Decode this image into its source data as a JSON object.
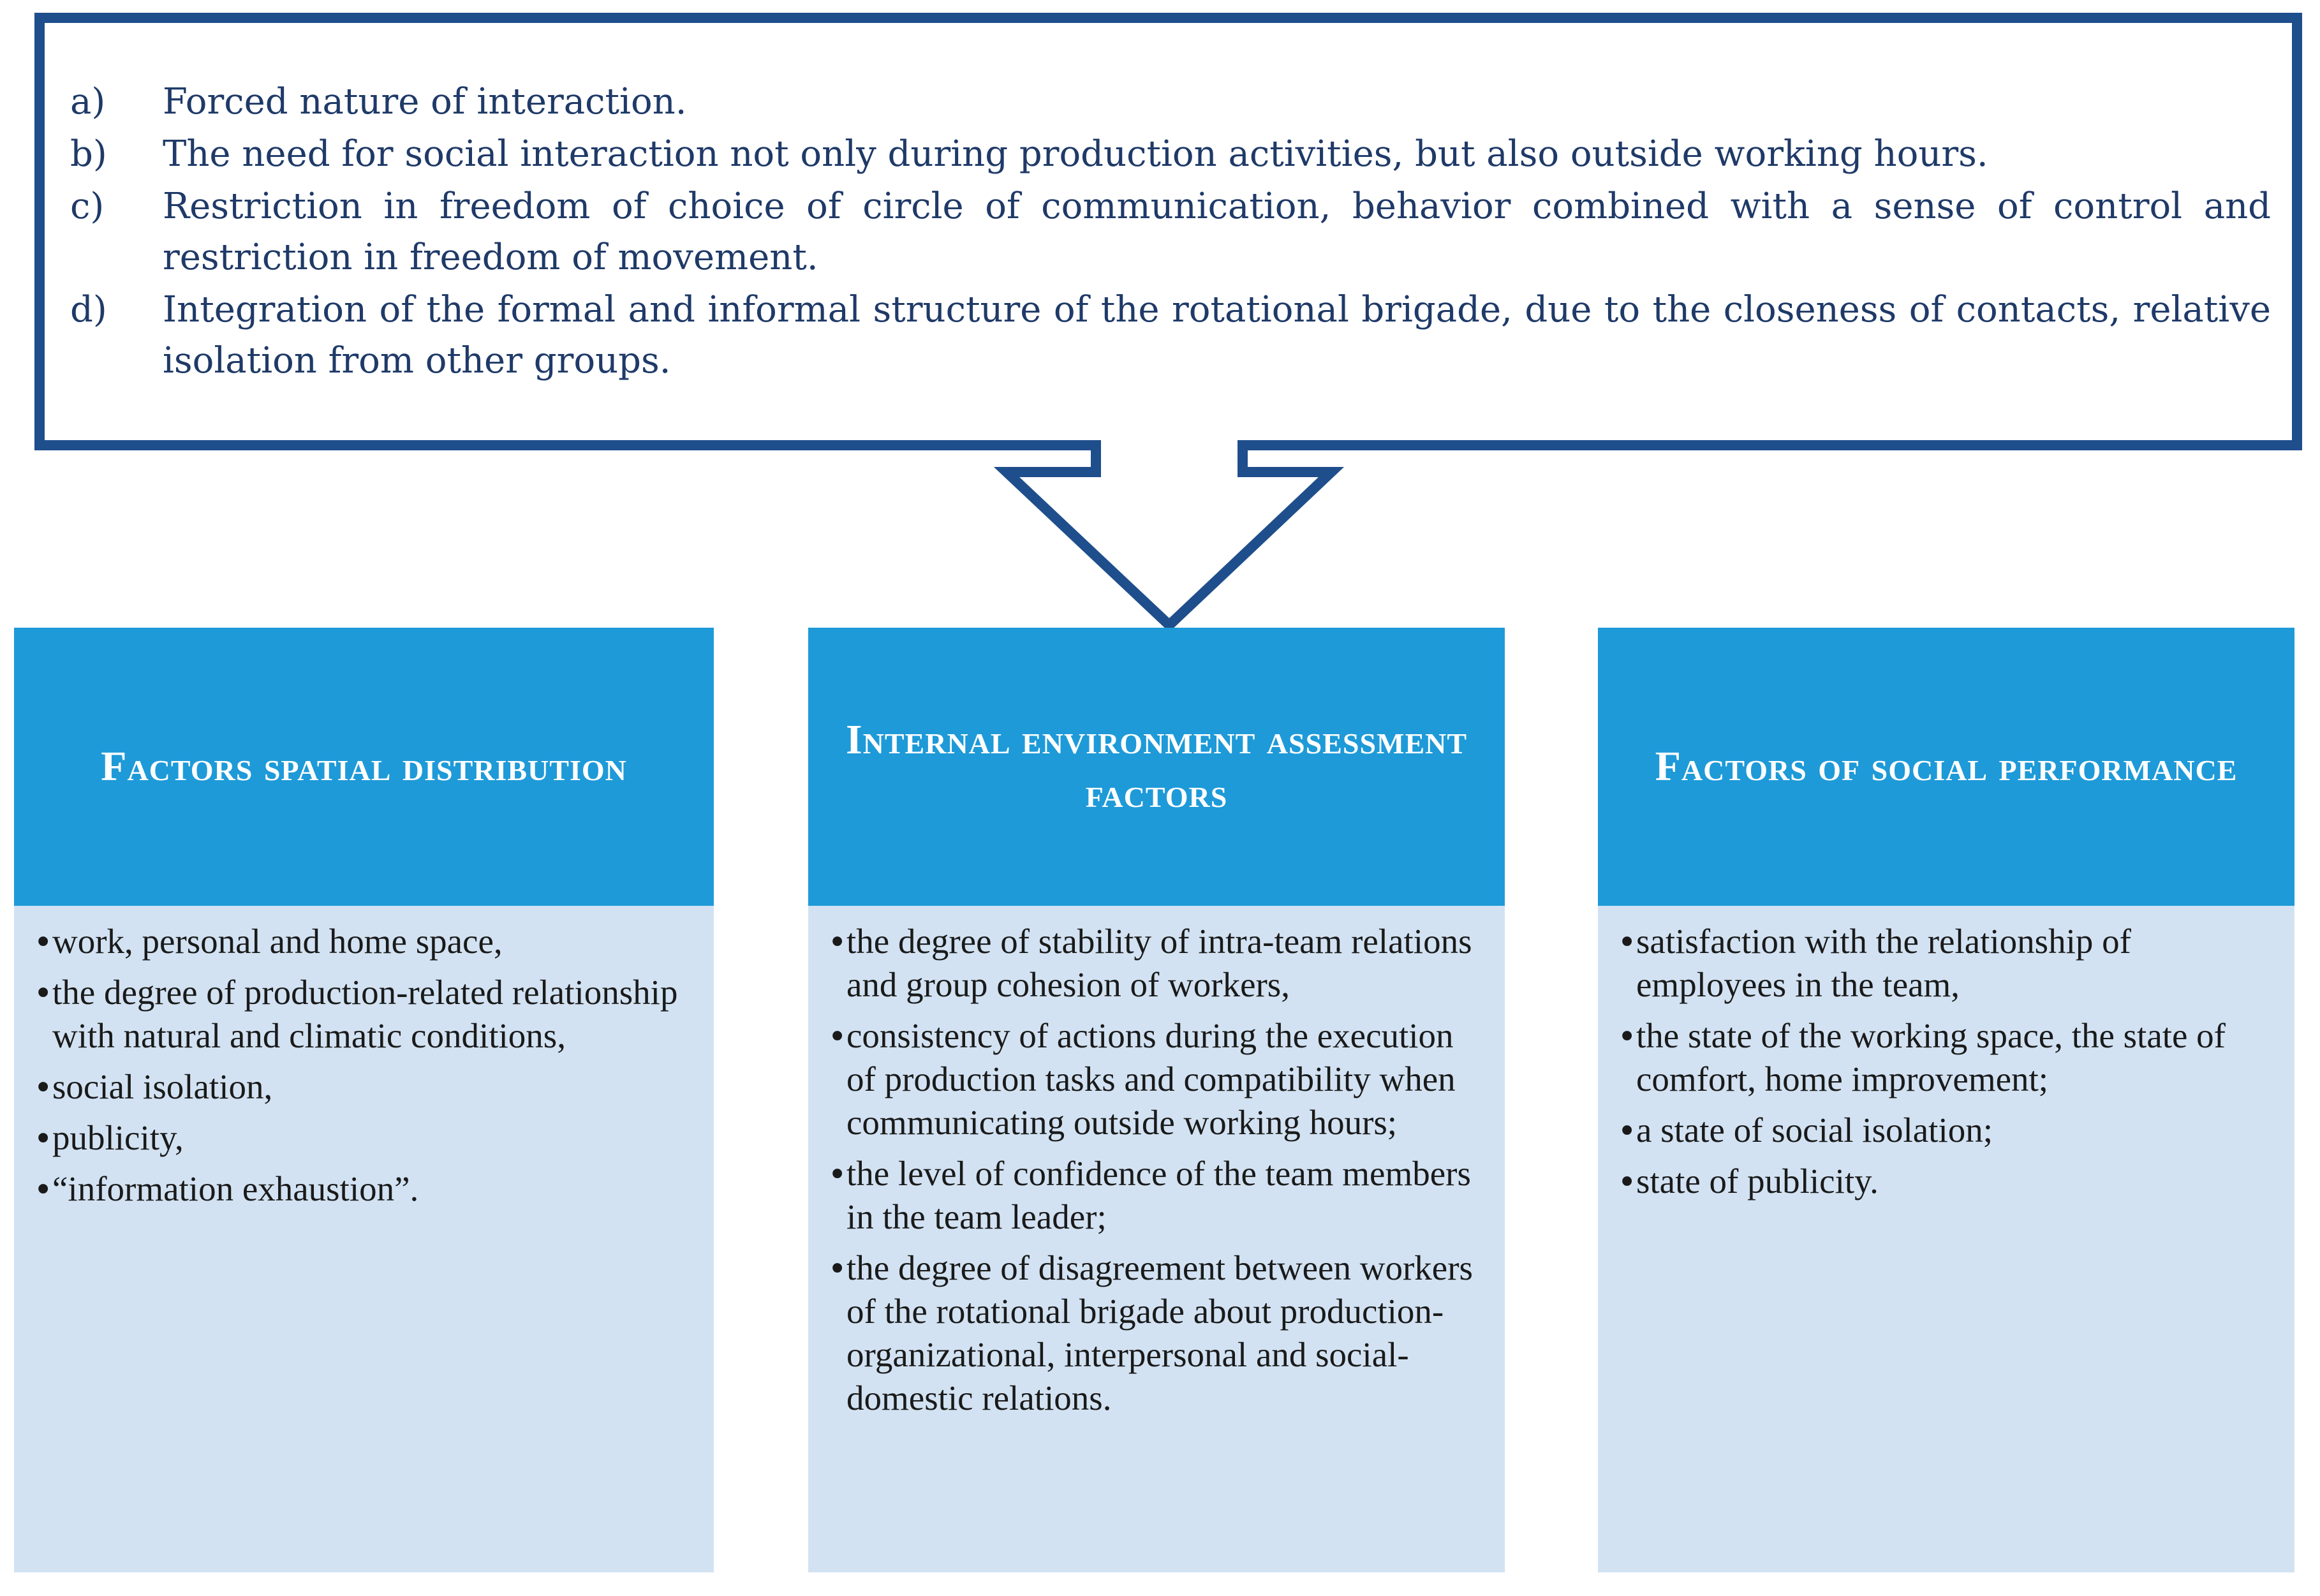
{
  "colors": {
    "frame": "#1f4e8c",
    "header_fill": "#1e9ad8",
    "body_fill": "#d2e2f2",
    "top_text": "#1f3a68"
  },
  "top_box": {
    "items": [
      {
        "marker": "a)",
        "text": "Forced nature of interaction."
      },
      {
        "marker": "b)",
        "text": "The need for social interaction not only during production activities, but also outside working hours."
      },
      {
        "marker": "c)",
        "text": "Restriction in freedom of choice of circle of communication, behavior combined with a sense of control and restriction in freedom of movement."
      },
      {
        "marker": "d)",
        "text": "Integration of the formal and informal structure of the rotational brigade, due to the closeness of contacts, relative isolation from other groups."
      }
    ]
  },
  "columns": [
    {
      "title": "Factors spatial distribution",
      "items": [
        {
          "bullet": "•",
          "text": "work, personal and home space,"
        },
        {
          "bullet": "•",
          "text": " the degree of production-related relationship with natural and climatic conditions,"
        },
        {
          "bullet": "•",
          "text": "social isolation,"
        },
        {
          "bullet": "•",
          "text": " publicity,"
        },
        {
          "bullet": "•",
          "text": " “information exhaustion”."
        }
      ]
    },
    {
      "title": "Internal environment assessment factors",
      "items": [
        {
          "bullet": "•",
          "text": "the degree of stability of intra-team relations and group cohesion of workers,"
        },
        {
          "bullet": "•",
          "text": " consistency of actions during the execution of production tasks and compatibility when communicating outside working hours;"
        },
        {
          "bullet": "•",
          "text": "the level of confidence of the team members in the team leader;"
        },
        {
          "bullet": "•",
          "text": "the degree of disagreement between workers of the rotational brigade about production-organizational, interpersonal and social-domestic relations."
        }
      ]
    },
    {
      "title": "Factors of social performance",
      "items": [
        {
          "bullet": "•",
          "text": "satisfaction with the relationship of employees in the team,"
        },
        {
          "bullet": "•",
          "text": " the state of the working space, the state of comfort, home improvement;"
        },
        {
          "bullet": "•",
          "text": " a state of social isolation;"
        },
        {
          "bullet": "•",
          "text": " state of publicity."
        }
      ]
    }
  ]
}
